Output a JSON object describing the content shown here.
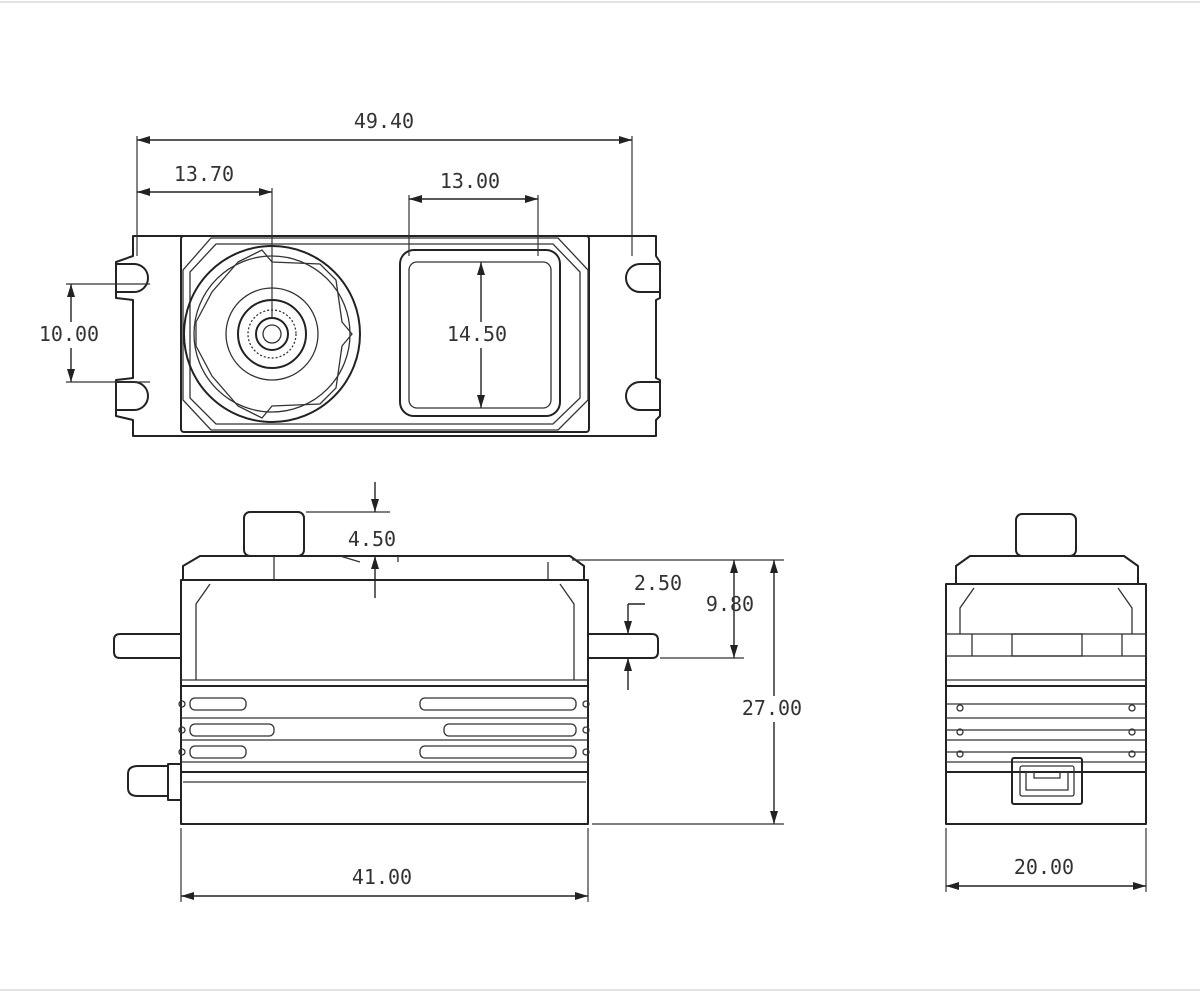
{
  "dimensions": {
    "overall_width": "49.40",
    "shaft_offset": "13.70",
    "label_width": "13.00",
    "hole_spacing": "10.00",
    "label_height": "14.50",
    "spline_height": "4.50",
    "flange_thickness": "2.50",
    "flange_height": "9.80",
    "body_height": "27.00",
    "body_length": "41.00",
    "body_depth": "20.00"
  }
}
